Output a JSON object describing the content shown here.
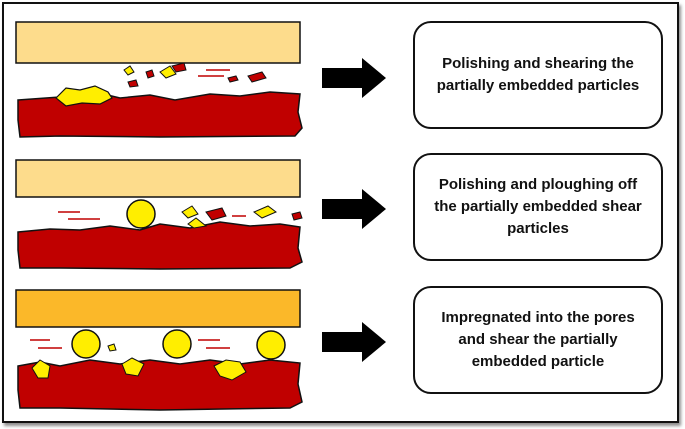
{
  "colors": {
    "polisher": "#fddc8c",
    "polisher_bottom": "#fbb829",
    "substrate": "#c00000",
    "particle": "#ffee00",
    "outline": "#111111",
    "arrow": "#000000"
  },
  "steps": [
    {
      "description": "Polishing and shearing the partially embedded particles",
      "lines": [
        "Polishing and shearing the",
        "partially embedded particles"
      ]
    },
    {
      "description": "Polishing and ploughing off the partially embedded shear particles",
      "lines": [
        "Polishing and ploughing off",
        "the partially embedded shear",
        "particles"
      ]
    },
    {
      "description": "Impregnated into the pores and shear the partially embedded particle",
      "lines": [
        "Impregnated into the pores",
        "and shear the partially",
        "embedded particle"
      ]
    }
  ]
}
